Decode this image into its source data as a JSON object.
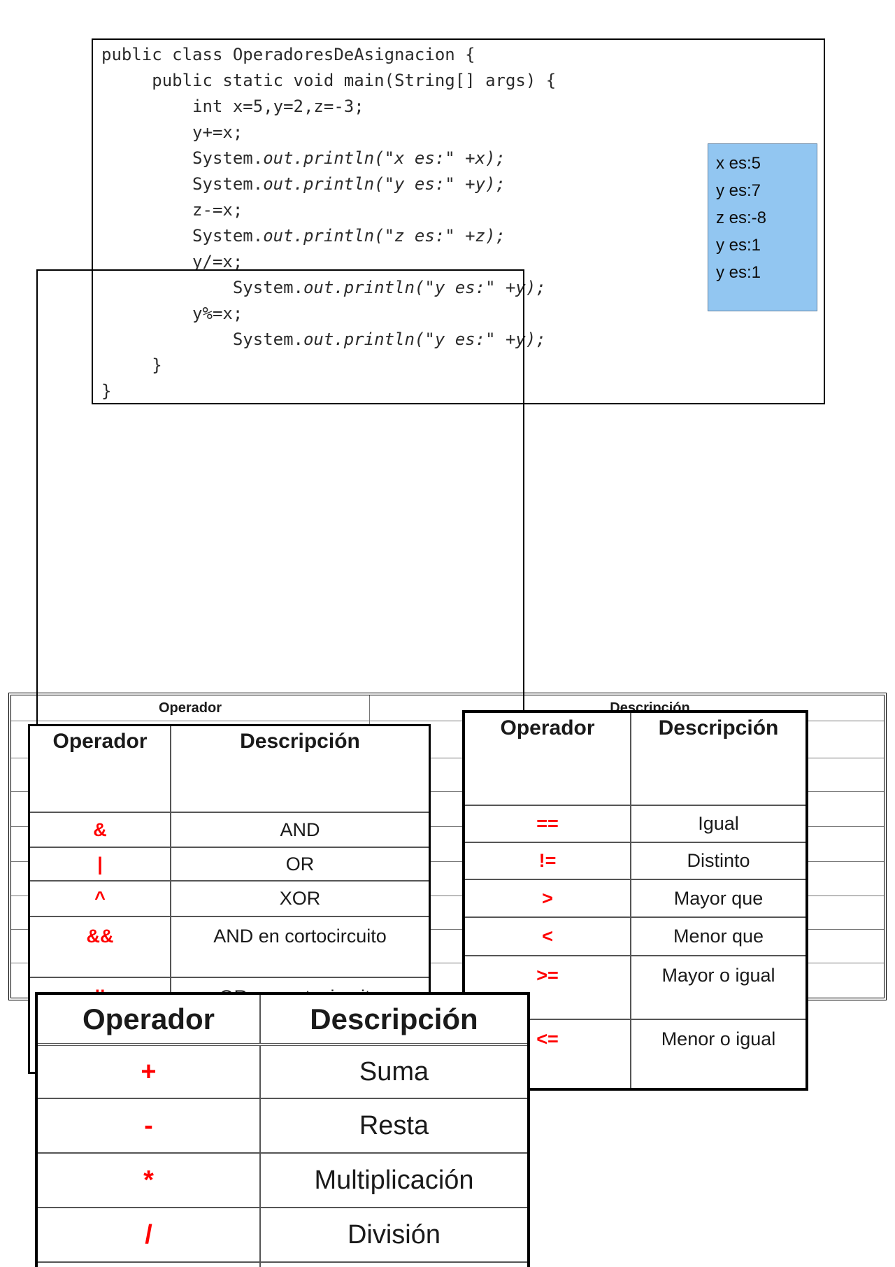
{
  "code_window": {
    "lines": [
      [
        {
          "t": "public class OperadoresDeAsignacion {",
          "i": false
        }
      ],
      [
        {
          "t": "     public static void main(String[] args) {",
          "i": false
        }
      ],
      [
        {
          "t": "         int x=5,y=2,z=-3;",
          "i": false
        }
      ],
      [
        {
          "t": "         y+=x;",
          "i": false
        }
      ],
      [
        {
          "t": "         System.",
          "i": false
        },
        {
          "t": "out.println(\"x es:\" +x);",
          "i": true
        }
      ],
      [
        {
          "t": "         System.",
          "i": false
        },
        {
          "t": "out.println(\"y es:\" +y);",
          "i": true
        }
      ],
      [
        {
          "t": "         z-=x;",
          "i": false
        }
      ],
      [
        {
          "t": "         System.",
          "i": false
        },
        {
          "t": "out.println(\"z es:\" +z);",
          "i": true
        }
      ],
      [
        {
          "t": "         y/=x;",
          "i": false
        }
      ],
      [
        {
          "t": "             System.",
          "i": false
        },
        {
          "t": "out.println(\"y es:\" +y);",
          "i": true
        }
      ],
      [
        {
          "t": "         y%=x;",
          "i": false
        }
      ],
      [
        {
          "t": "             System.",
          "i": false
        },
        {
          "t": "out.println(\"y es:\" +y);",
          "i": true
        }
      ],
      [
        {
          "t": "     }",
          "i": false
        }
      ],
      [
        {
          "t": "}",
          "i": false
        }
      ]
    ]
  },
  "output_box": {
    "lines": [
      "x es:5",
      "y es:7",
      "z es:-8",
      "y es:1",
      "y es:1"
    ]
  },
  "background_table": {
    "headers": [
      "Operador",
      "Descripción"
    ],
    "empty_row_count": 8
  },
  "logical_table": {
    "headers": [
      "Operador",
      "Descripción"
    ],
    "rows": [
      {
        "op": "&",
        "desc": "AND"
      },
      {
        "op": "|",
        "desc": "OR"
      },
      {
        "op": "^",
        "desc": "XOR"
      },
      {
        "op": "&&",
        "desc": "AND en cortocircuito"
      },
      {
        "op": "||",
        "desc": "OR en cortocircuito"
      }
    ]
  },
  "comparison_table": {
    "headers": [
      "Operador",
      "Descripción"
    ],
    "rows": [
      {
        "op": "==",
        "desc": "Igual"
      },
      {
        "op": "!=",
        "desc": "Distinto"
      },
      {
        "op": ">",
        "desc": "Mayor que"
      },
      {
        "op": "<",
        "desc": "Menor que"
      },
      {
        "op": ">=",
        "desc": "Mayor o igual"
      },
      {
        "op": "<=",
        "desc": "Menor o igual"
      }
    ]
  },
  "arithmetic_table": {
    "headers": [
      "Operador",
      "Descripción"
    ],
    "rows": [
      {
        "op": "+",
        "desc": "Suma"
      },
      {
        "op": "-",
        "desc": "Resta"
      },
      {
        "op": "*",
        "desc": "Multiplicación"
      },
      {
        "op": "/",
        "desc": "División"
      },
      {
        "op": "",
        "desc": ""
      }
    ]
  },
  "colors": {
    "operator_red": "#ff0000",
    "output_box_bg": "#92c6f1",
    "output_box_border": "#60809f"
  }
}
